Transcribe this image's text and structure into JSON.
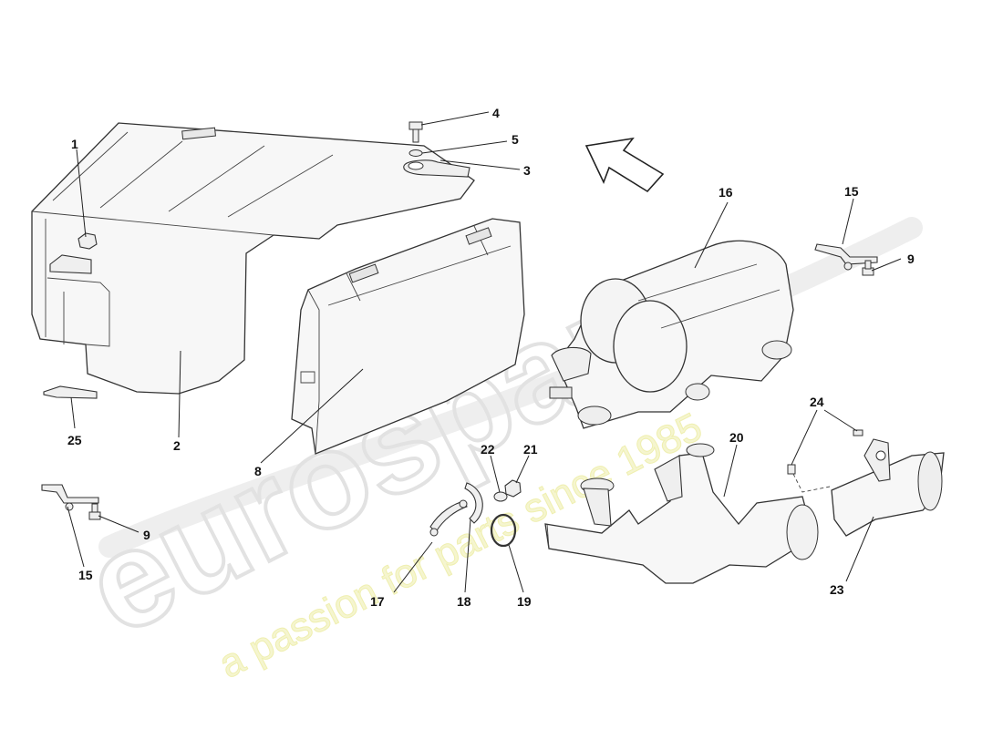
{
  "watermark": {
    "brand": "eurospares",
    "tagline": "a passion for parts since 1985",
    "brand_color": "#e2e2e2",
    "tagline_color": "#f3f3c6"
  },
  "callouts": [
    {
      "id": "c1",
      "text": "1"
    },
    {
      "id": "c2",
      "text": "2"
    },
    {
      "id": "c3",
      "text": "3"
    },
    {
      "id": "c4",
      "text": "4"
    },
    {
      "id": "c5",
      "text": "5"
    },
    {
      "id": "c8",
      "text": "8"
    },
    {
      "id": "c9a",
      "text": "9"
    },
    {
      "id": "c9b",
      "text": "9"
    },
    {
      "id": "c15a",
      "text": "15"
    },
    {
      "id": "c15b",
      "text": "15"
    },
    {
      "id": "c16",
      "text": "16"
    },
    {
      "id": "c17",
      "text": "17"
    },
    {
      "id": "c18",
      "text": "18"
    },
    {
      "id": "c19",
      "text": "19"
    },
    {
      "id": "c20",
      "text": "20"
    },
    {
      "id": "c21",
      "text": "21"
    },
    {
      "id": "c22",
      "text": "22"
    },
    {
      "id": "c23",
      "text": "23"
    },
    {
      "id": "c24",
      "text": "24"
    },
    {
      "id": "c25",
      "text": "25"
    }
  ]
}
